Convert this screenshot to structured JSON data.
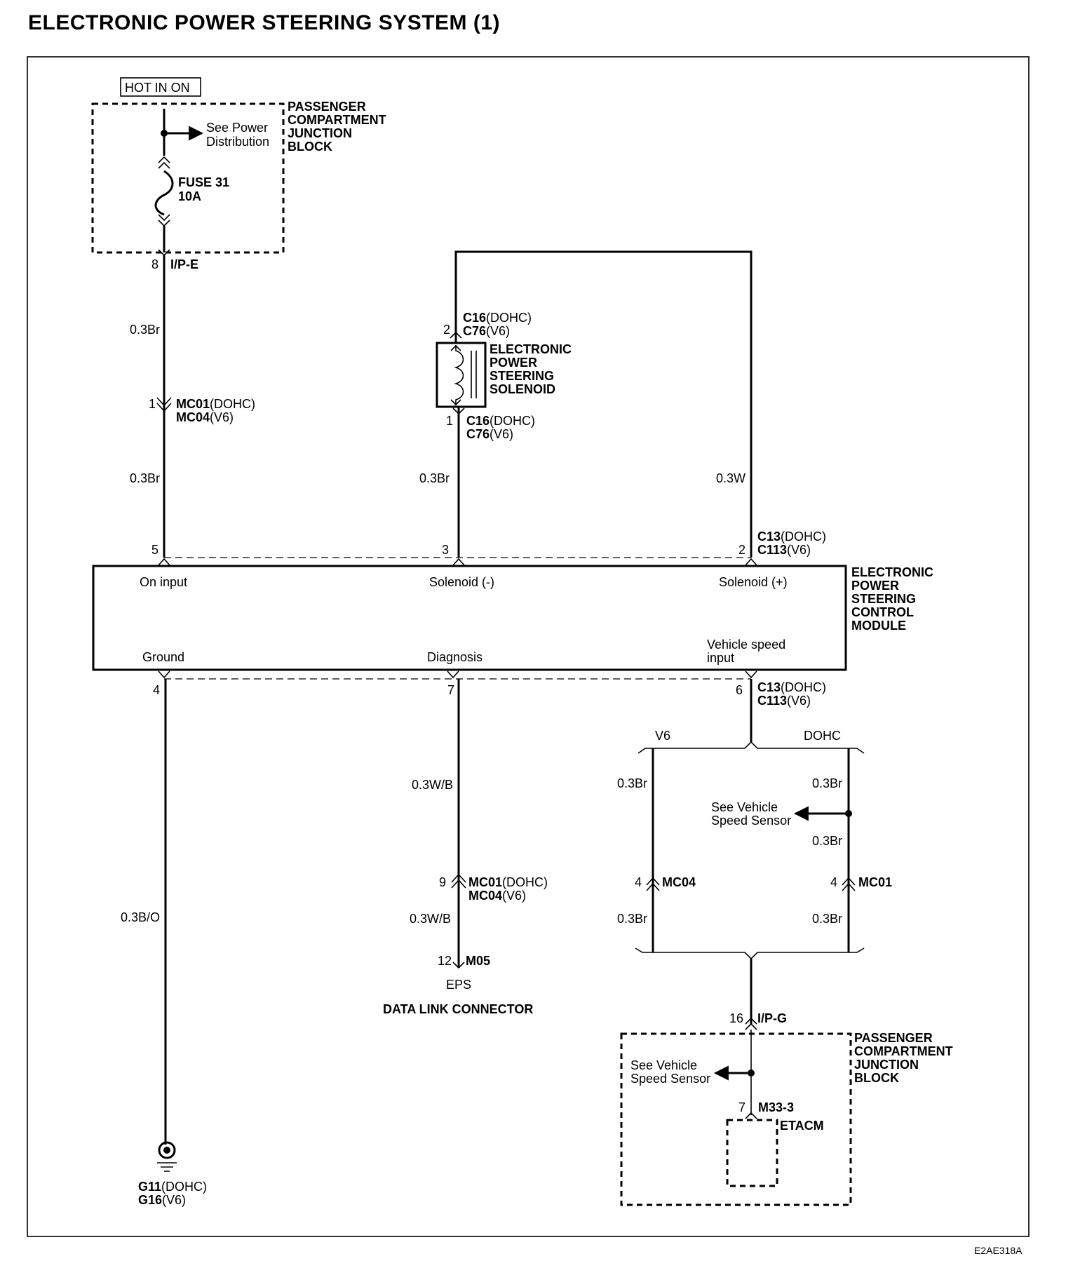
{
  "title": "ELECTRONIC POWER STEERING SYSTEM (1)",
  "figure_code": "E2AE318A",
  "power": {
    "hot_label": "HOT IN ON",
    "pcjb_top": [
      "PASSENGER",
      "COMPARTMENT",
      "JUNCTION",
      "BLOCK"
    ],
    "see_power": [
      "See Power",
      "Distribution"
    ],
    "fuse_name": "FUSE 31",
    "fuse_rating": "10A",
    "ipe_pin": "8",
    "ipe_conn": "I/P-E"
  },
  "left_wire": {
    "wire1": "0.3Br",
    "mc_pin": "1",
    "mc_dohc_code": "MC01",
    "mc_dohc_tag": "(DOHC)",
    "mc_v6_code": "MC04",
    "mc_v6_tag": "(V6)",
    "wire2": "0.3Br",
    "ecu_pin": "5"
  },
  "solenoid": {
    "pin_top": "2",
    "conn_top_dohc_code": "C16",
    "conn_top_dohc_tag": "(DOHC)",
    "conn_top_v6_code": "C76",
    "conn_top_v6_tag": "(V6)",
    "name": [
      "ELECTRONIC",
      "POWER",
      "STEERING",
      "SOLENOID"
    ],
    "pin_bottom": "1",
    "conn_bot_dohc_code": "C16",
    "conn_bot_dohc_tag": "(DOHC)",
    "conn_bot_v6_code": "C76",
    "conn_bot_v6_tag": "(V6)",
    "wire": "0.3Br",
    "ecu_pin": "3"
  },
  "right_wire": {
    "wire": "0.3W",
    "ecu_pin": "2",
    "conn_dohc_code": "C13",
    "conn_dohc_tag": "(DOHC)",
    "conn_v6_code": "C113",
    "conn_v6_tag": "(V6)"
  },
  "module": {
    "name": [
      "ELECTRONIC",
      "POWER",
      "STEERING",
      "CONTROL",
      "MODULE"
    ],
    "on_input": "On input",
    "sol_minus": "Solenoid (-)",
    "sol_plus": "Solenoid (+)",
    "ground": "Ground",
    "diagnosis": "Diagnosis",
    "vss_input_1": "Vehicle speed",
    "vss_input_2": "input"
  },
  "ground": {
    "ecu_pin": "4",
    "wire": "0.3B/O",
    "g_dohc_code": "G11",
    "g_dohc_tag": "(DOHC)",
    "g_v6_code": "G16",
    "g_v6_tag": "(V6)"
  },
  "diagnosis_line": {
    "ecu_pin": "7",
    "wire1": "0.3W/B",
    "mc_pin": "9",
    "mc_dohc_code": "MC01",
    "mc_dohc_tag": "(DOHC)",
    "mc_v6_code": "MC04",
    "mc_v6_tag": "(V6)",
    "wire2": "0.3W/B",
    "dlc_pin": "12",
    "dlc_conn": "M05",
    "eps_label": "EPS",
    "dlc_name": "DATA LINK CONNECTOR"
  },
  "vss_line": {
    "ecu_pin": "6",
    "conn_dohc_code": "C13",
    "conn_dohc_tag": "(DOHC)",
    "conn_v6_code": "C113",
    "conn_v6_tag": "(V6)",
    "v6_label": "V6",
    "dohc_label": "DOHC",
    "v6_wire1": "0.3Br",
    "dohc_wire1": "0.3Br",
    "see_vss": [
      "See Vehicle",
      "Speed Sensor"
    ],
    "dohc_wire2": "0.3Br",
    "v6_pin": "4",
    "v6_conn": "MC04",
    "dohc_pin": "4",
    "dohc_conn": "MC01",
    "v6_wire2": "0.3Br",
    "dohc_wire3": "0.3Br",
    "ipg_pin": "16",
    "ipg_conn": "I/P-G",
    "pcjb_bottom": [
      "PASSENGER",
      "COMPARTMENT",
      "JUNCTION",
      "BLOCK"
    ],
    "see_vss_2": [
      "See Vehicle",
      "Speed Sensor"
    ],
    "m33_pin": "7",
    "m33_conn": "M33-3",
    "etacm": "ETACM"
  }
}
